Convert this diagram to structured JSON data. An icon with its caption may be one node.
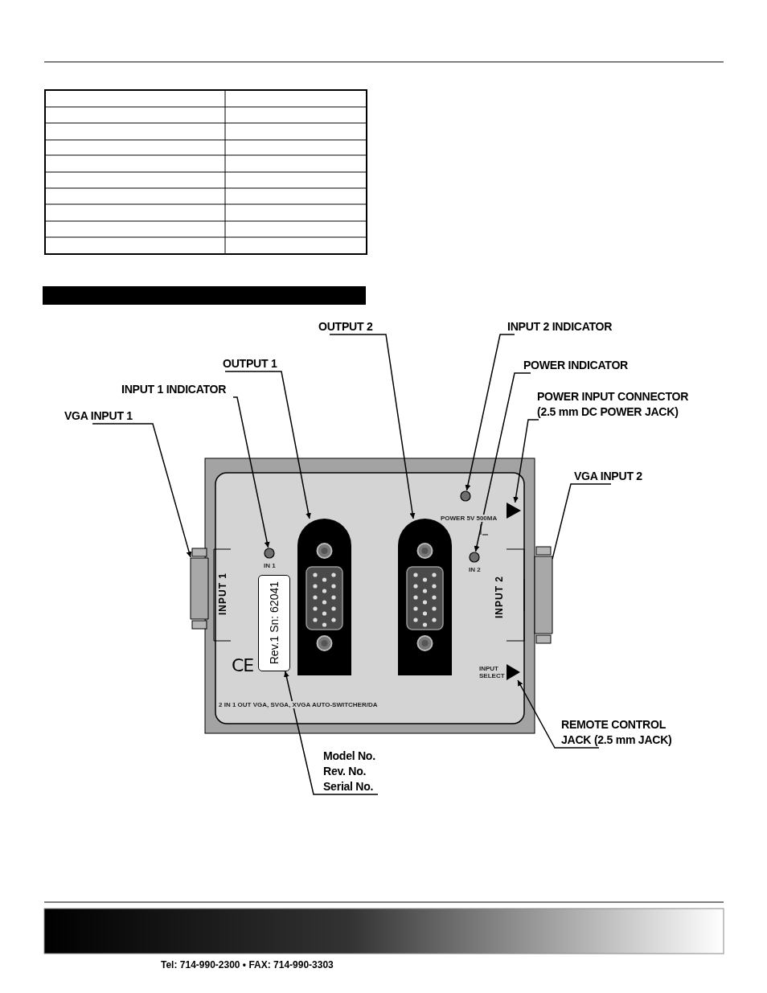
{
  "diagram": {
    "nodes": [
      {
        "text": [
          "OUTPUT 2"
        ]
      },
      {
        "text": [
          "INPUT 2 INDICATOR"
        ]
      },
      {
        "text": [
          "OUTPUT 1"
        ]
      },
      {
        "text": [
          "POWER INDICATOR"
        ]
      },
      {
        "text": [
          "INPUT 1 INDICATOR"
        ]
      },
      {
        "text": [
          "POWER INPUT CONNECTOR (2.5 mm DC POWER JACK)"
        ]
      },
      {
        "text": [
          "VGA INPUT 1"
        ]
      },
      {
        "text": [
          "VGA INPUT 2"
        ]
      },
      {
        "text": [
          "REMOTE CONTROL JACK (2.5 mm JACK)"
        ]
      },
      {
        "text": [
          "Model No. Rev. No. Serial No."
        ]
      },
      {
        "text": [],
        "shape": "box"
      },
      {
        "text": [],
        "shape": "circle"
      },
      {
        "text": [
          "Rev.1 Sn: 62041"
        ]
      },
      {
        "text": [],
        "shape": "box"
      },
      {
        "text": [],
        "shape": "box"
      },
      {
        "text": [],
        "shape": "circle"
      },
      {
        "text": [],
        "shape": "circle"
      },
      {
        "text": [],
        "shape": "triangle"
      },
      {
        "text": [],
        "shape": "triangle",
        "beside": [
          "INPUT SELECT"
        ]
      },
      {
        "text": [],
        "shape": "box"
      },
      {
        "text": [],
        "shape": "bar"
      }
    ],
    "edges": [
      {
        "from": 6,
        "to": 10,
        "arrow": "to"
      },
      {
        "from": 4,
        "to": 11,
        "arrow": "to"
      },
      {
        "from": 2,
        "to": 13,
        "arrow": "to"
      },
      {
        "from": 0,
        "to": 14,
        "arrow": "to"
      },
      {
        "from": 1,
        "to": 15,
        "arrow": "to"
      },
      {
        "from": 3,
        "to": 16,
        "arrow": "to"
      },
      {
        "from": 5,
        "to": 17,
        "arrow": "to"
      },
      {
        "from": 7,
        "to": 19,
        "arrow": "none"
      },
      {
        "from": 8,
        "to": 18,
        "arrow": "to"
      },
      {
        "from": 9,
        "to": 12,
        "arrow": "to"
      }
    ],
    "labels": [
      "IN 1",
      "INPUT 1",
      "CE",
      "POWER 5V 500MA",
      "IN 2",
      "INPUT 2",
      "2 IN 1 OUT VGA, SVGA, XVGA AUTO-SWITCHER/DA",
      "Tel: 714-990-2300 • FAX: 714-990-3303"
    ]
  }
}
